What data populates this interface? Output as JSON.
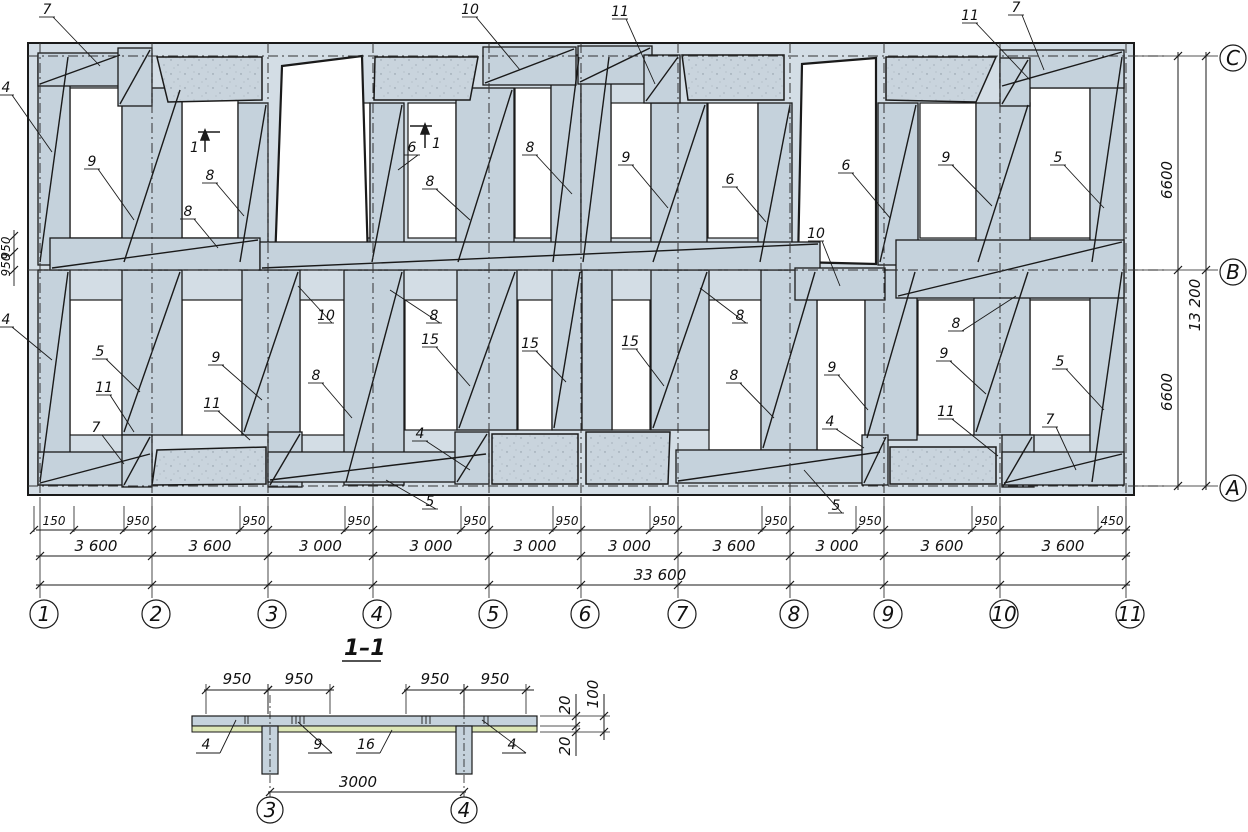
{
  "plan": {
    "axes_h": [
      "1",
      "2",
      "3",
      "4",
      "5",
      "6",
      "7",
      "8",
      "9",
      "10",
      "11"
    ],
    "axes_v": [
      "C",
      "B",
      "A"
    ],
    "spans": [
      "3 600",
      "3 600",
      "3 000",
      "3 000",
      "3 000",
      "3 000",
      "3 600",
      "3 000",
      "3 600",
      "3 600"
    ],
    "total": "33 600",
    "col_dims": [
      "150",
      "950",
      "950",
      "950",
      "950",
      "950",
      "950",
      "950",
      "950",
      "950",
      "450"
    ],
    "right_dims": [
      "6600",
      "6600",
      "13 200"
    ],
    "left_dims": [
      "950",
      "950"
    ],
    "section_marks": [
      "1",
      "1"
    ],
    "callouts": [
      "7",
      "10",
      "11",
      "11",
      "7",
      "4",
      "9",
      "8",
      "8",
      "6",
      "8",
      "8",
      "9",
      "6",
      "6",
      "9",
      "5",
      "10",
      "4",
      "5",
      "9",
      "10",
      "8",
      "8",
      "15",
      "15",
      "15",
      "8",
      "8",
      "9",
      "8",
      "9",
      "5",
      "11",
      "11",
      "7",
      "4",
      "5",
      "4",
      "5",
      "11",
      "7"
    ]
  },
  "section": {
    "title": "1–1",
    "top_dims": [
      "950",
      "950",
      "950",
      "950"
    ],
    "bottom_dim": "3000",
    "callouts": [
      "4",
      "9",
      "16",
      "4"
    ],
    "right_dims": [
      "20",
      "100",
      "20"
    ],
    "axes": [
      "3",
      "4"
    ]
  },
  "colors": {
    "panel": "#c5d2dc",
    "slab": "#d3dde5",
    "cream": "#dde7b6",
    "line": "#1a1a1a"
  }
}
